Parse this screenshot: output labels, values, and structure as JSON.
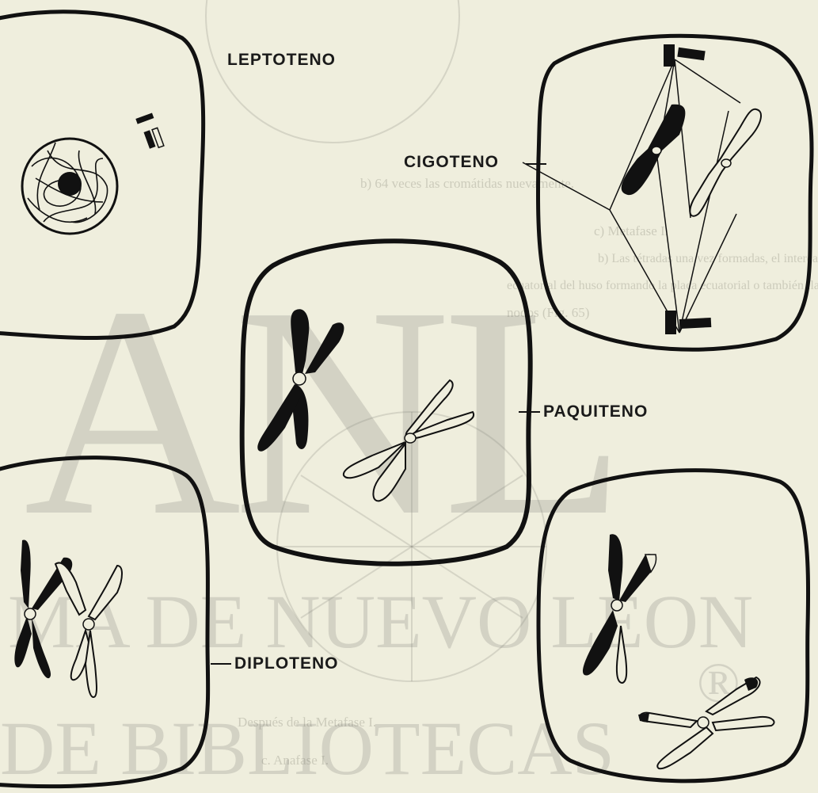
{
  "stage_labels": {
    "leptoteno": "LEPTOTENO",
    "cigoteno": "CIGOTENO",
    "paquiteno": "PAQUITENO",
    "diploteno": "DIPLOTENO"
  },
  "watermark": {
    "big_letters": "ANL",
    "line1": "MA DE NUEVO LEON",
    "line2": "DE BIBLIOTECAS",
    "registered": "®"
  },
  "background_text": {
    "l1": "b) 64 veces las cromátidas nuevamente.",
    "l2": "c) Metafase I.",
    "l3": "b) Las tétradas una vez formadas, el intercambio genético se alinean",
    "l4": "ecuatorial del huso formando la placa ecuatorial o también llamada",
    "l5": "nodos (Fig. 65)",
    "l6": "Después de la Metafase I.",
    "l7": "c. Anafase I."
  },
  "colors": {
    "paper": "#efeedd",
    "ink": "#111111",
    "ghost_print": "#8a8a7a"
  }
}
